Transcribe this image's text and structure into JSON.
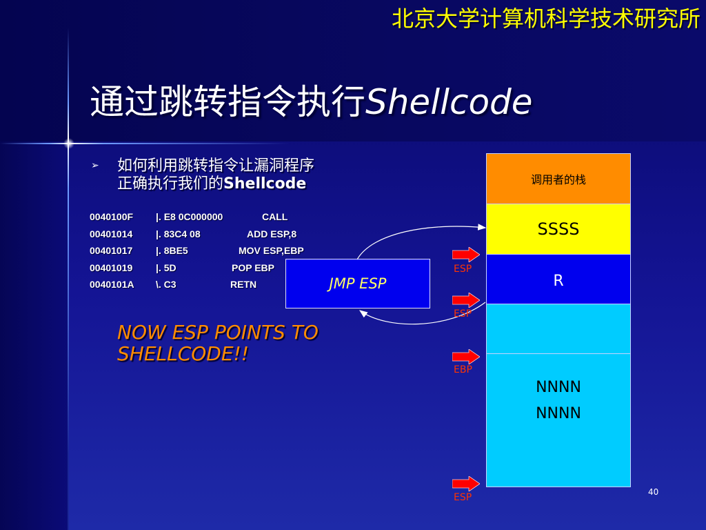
{
  "header": {
    "institution": "北京大学计算机科学技术研究所"
  },
  "title": {
    "cjk": "通过跳转指令执行",
    "latin": "Shellcode"
  },
  "bullet": {
    "line1": "如何利用跳转指令让漏洞程序",
    "line2_prefix": "正确执行我们的",
    "line2_bold": "Shellcode"
  },
  "code": [
    {
      "addr": "0040100F",
      "bytes": "|. E8 0C000000",
      "instr": "CALL"
    },
    {
      "addr": "00401014",
      "bytes": "|. 83C4 08",
      "instr": "ADD ESP,8"
    },
    {
      "addr": "00401017",
      "bytes": "|. 8BE5",
      "instr": "MOV ESP,EBP"
    },
    {
      "addr": "00401019",
      "bytes": "|. 5D",
      "instr": "POP EBP"
    },
    {
      "addr": "0040101A",
      "bytes": "\\. C3",
      "instr": "RETN"
    }
  ],
  "note": {
    "line1": "NOW ESP POINTS TO",
    "line2": "SHELLCODE!!"
  },
  "jmp_box": {
    "label": "JMP ESP"
  },
  "stack": {
    "caller": "调用者的栈",
    "ssss": "SSSS",
    "r": "R",
    "nnnn1": "NNNN",
    "nnnn2": "NNNN"
  },
  "registers": {
    "esp1": "ESP",
    "esp2": "ESP",
    "ebp": "EBP",
    "esp3": "ESP"
  },
  "page_number": "40",
  "colors": {
    "background": "#0a0a72",
    "institution": "#ffff00",
    "note": "#ff8c00",
    "jmp_text": "#ffff66",
    "stack_caller": "#ff8c00",
    "stack_ssss": "#ffff00",
    "stack_r": "#0000ee",
    "stack_cyan": "#00ccff",
    "arrow": "#ff0000",
    "register_label": "#ff3300"
  }
}
